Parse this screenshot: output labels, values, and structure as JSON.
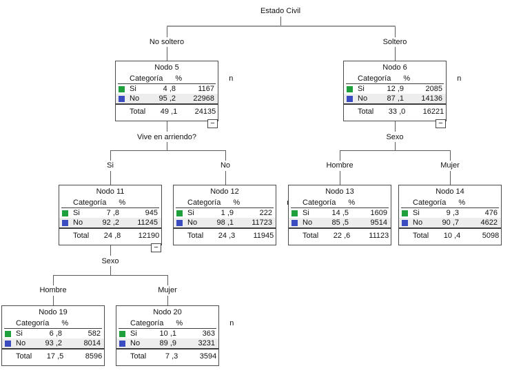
{
  "root": {
    "label": "Estado Civil"
  },
  "headers": {
    "category": "Categoría",
    "percent": "%",
    "n": "n"
  },
  "row_labels": {
    "si": "Si",
    "no": "No",
    "total": "Total"
  },
  "branches": {
    "no_soltero": "No soltero",
    "soltero": "Soltero",
    "vive_en_arriendo": "Vive en arriendo?",
    "si": "Si",
    "no": "No",
    "sexo_right": "Sexo",
    "hombre_right": "Hombre",
    "mujer_right": "Mujer",
    "sexo_left": "Sexo",
    "hombre_left": "Hombre",
    "mujer_left": "Mujer"
  },
  "colors": {
    "si_swatch": "#1ea13c",
    "no_swatch": "#3a4cc0",
    "shaded_row": "#ededed"
  },
  "minus_label": "−",
  "nodes": [
    {
      "title": "Nodo 5",
      "si_pct": "4 ,8",
      "si_n": "1167",
      "no_pct": "95 ,2",
      "no_n": "22968",
      "total_pct": "49 ,1",
      "total_n": "24135"
    },
    {
      "title": "Nodo 6",
      "si_pct": "12 ,9",
      "si_n": "2085",
      "no_pct": "87 ,1",
      "no_n": "14136",
      "total_pct": "33 ,0",
      "total_n": "16221"
    },
    {
      "title": "Nodo 11",
      "si_pct": "7 ,8",
      "si_n": "945",
      "no_pct": "92 ,2",
      "no_n": "11245",
      "total_pct": "24 ,8",
      "total_n": "12190"
    },
    {
      "title": "Nodo 12",
      "si_pct": "1 ,9",
      "si_n": "222",
      "no_pct": "98 ,1",
      "no_n": "11723",
      "total_pct": "24 ,3",
      "total_n": "11945"
    },
    {
      "title": "Nodo 13",
      "si_pct": "14 ,5",
      "si_n": "1609",
      "no_pct": "85 ,5",
      "no_n": "9514",
      "total_pct": "22 ,6",
      "total_n": "11123"
    },
    {
      "title": "Nodo 14",
      "si_pct": "9 ,3",
      "si_n": "476",
      "no_pct": "90 ,7",
      "no_n": "4622",
      "total_pct": "10 ,4",
      "total_n": "5098"
    },
    {
      "title": "Nodo 19",
      "si_pct": "6 ,8",
      "si_n": "582",
      "no_pct": "93 ,2",
      "no_n": "8014",
      "total_pct": "17 ,5",
      "total_n": "8596"
    },
    {
      "title": "Nodo 20",
      "si_pct": "10 ,1",
      "si_n": "363",
      "no_pct": "89 ,9",
      "no_n": "3231",
      "total_pct": "7 ,3",
      "total_n": "3594"
    }
  ]
}
